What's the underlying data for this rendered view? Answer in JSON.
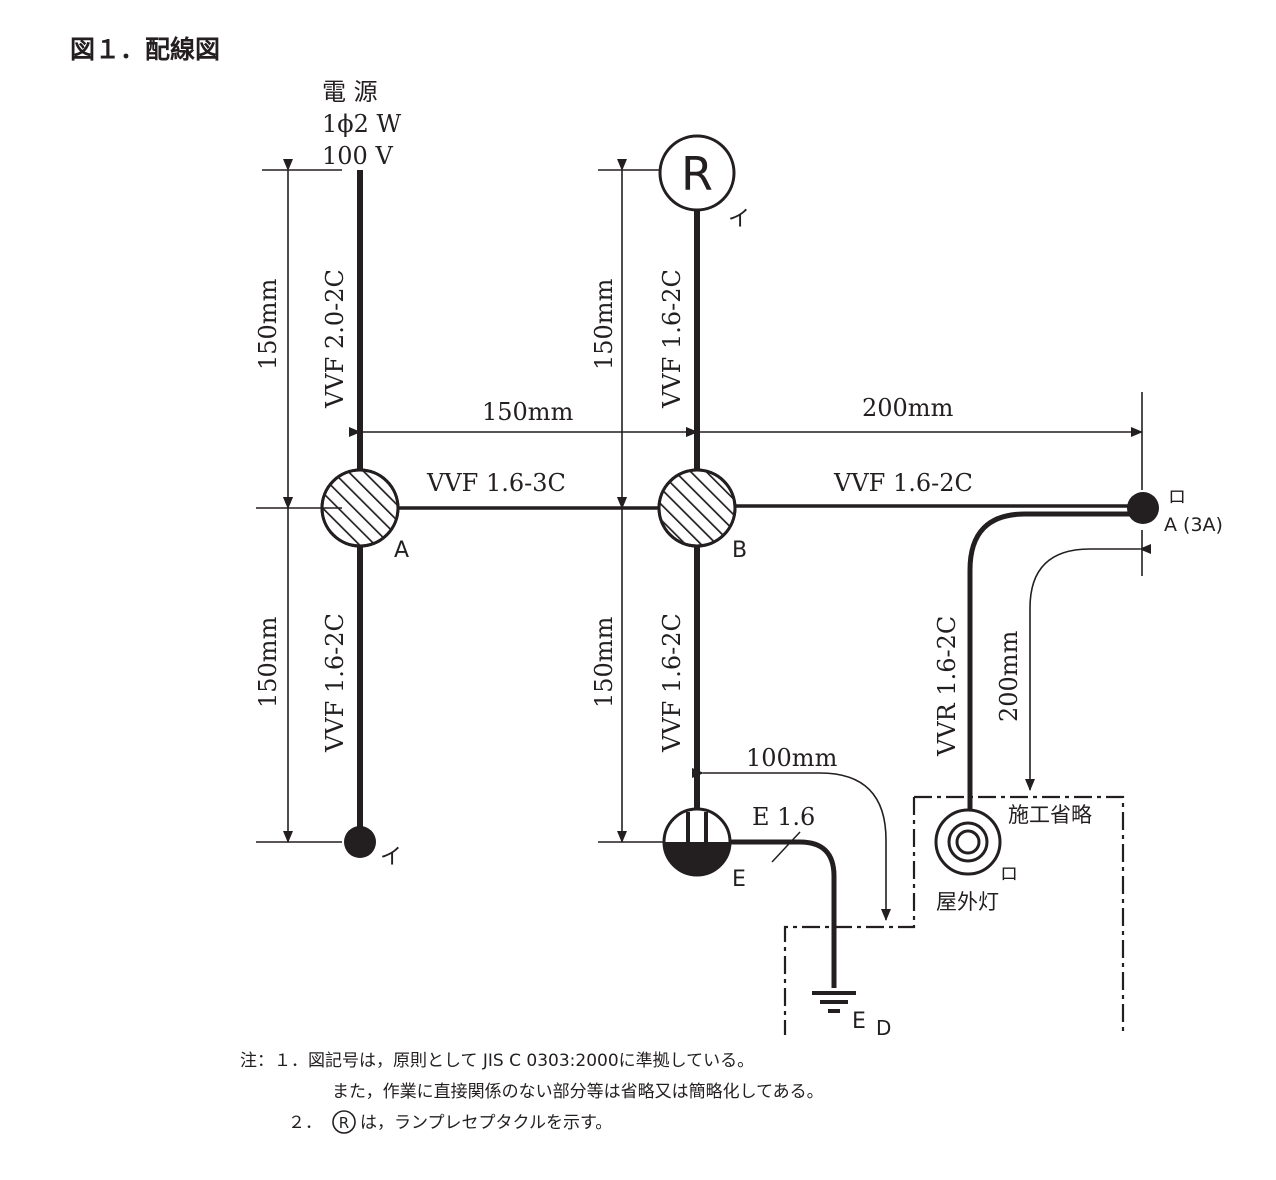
{
  "figure_title": "図１．配線図",
  "power_source": {
    "line1": "電 源",
    "line2": "1ϕ2 W",
    "line3": "100 V"
  },
  "cables": {
    "source_to_A": "VVF 2.0-2C",
    "A_to_B": "VVF 1.6-3C",
    "A_down": "VVF 1.6-2C",
    "R_to_B": "VVF 1.6-2C",
    "B_down": "VVF 1.6-2C",
    "B_to_switch": "VVF 1.6-2C",
    "vvr": "VVR 1.6-2C",
    "earth": "E 1.6"
  },
  "dimensions": {
    "left_top": "150mm",
    "left_bottom": "150mm",
    "mid_top": "150mm",
    "mid_bottom": "150mm",
    "horiz_A_B": "150mm",
    "horiz_B_right": "200mm",
    "outdoor_light": "200mm",
    "earth": "100mm"
  },
  "labels": {
    "box_A": "A",
    "box_B": "B",
    "i_left": "イ",
    "i_receptacle": "イ",
    "ro_switch": "ロ",
    "switch_rating": "A (3A)",
    "receptacle_symbol": "R",
    "outlet_E": "E",
    "earth_ED": "E",
    "earth_ED_sub": "D",
    "ro_light": "ロ",
    "outdoor_light": "屋外灯",
    "omitted": "施工省略"
  },
  "notes": {
    "n1_line1": "注：１．図記号は，原則として JIS C 0303:2000に準拠している。",
    "n1_line2": "また，作業に直接関係のない部分等は省略又は簡略化してある。",
    "n2_prefix": "２．",
    "n2_symbol": "R",
    "n2_text": "は，ランプレセプタクルを示す。"
  }
}
